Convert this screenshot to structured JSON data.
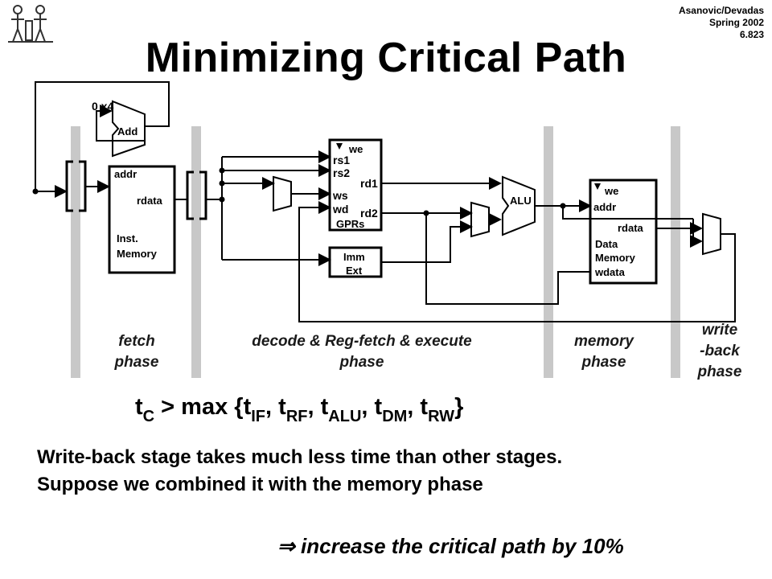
{
  "header": {
    "title": "Minimizing Critical Path",
    "credits": [
      "Asanovic/Devadas",
      "Spring 2002",
      "6.823"
    ]
  },
  "diagram": {
    "pc_adder": {
      "inputs": "0 x4",
      "label": "Add"
    },
    "inst_memory": {
      "addr": "addr",
      "rdata": "rdata",
      "name_line1": "Inst.",
      "name_line2": "Memory"
    },
    "gprs": {
      "we": "we",
      "rs1": "rs1",
      "rs2": "rs2",
      "ws": "ws",
      "wd": "wd",
      "rd1": "rd1",
      "rd2": "rd2",
      "name": "GPRs"
    },
    "imm_ext": {
      "line1": "Imm",
      "line2": "Ext"
    },
    "alu": {
      "label": "ALU"
    },
    "data_memory": {
      "we": "we",
      "addr": "addr",
      "rdata": "rdata",
      "name_line1": "Data",
      "name_line2": "Memory",
      "wdata": "wdata"
    }
  },
  "phases": {
    "fetch": [
      "fetch",
      "phase"
    ],
    "decode": [
      "decode & Reg-fetch & execute",
      "phase"
    ],
    "memory": [
      "memory",
      "phase"
    ],
    "writeback": [
      "write",
      "-back",
      "phase"
    ]
  },
  "formula": {
    "lhs_t": "t",
    "lhs_sub": "C",
    "op": " > max {",
    "terms": [
      {
        "t": "t",
        "sub": "IF"
      },
      {
        "t": "t",
        "sub": "RF"
      },
      {
        "t": "t",
        "sub": "ALU"
      },
      {
        "t": "t",
        "sub": "DM"
      },
      {
        "t": "t",
        "sub": "RW"
      }
    ],
    "close": "}"
  },
  "body": {
    "line1": "Write-back stage takes much less time than other stages.",
    "line2": "Suppose we combined it with the memory phase"
  },
  "conclusion": "⇒ increase the critical path by 10%"
}
